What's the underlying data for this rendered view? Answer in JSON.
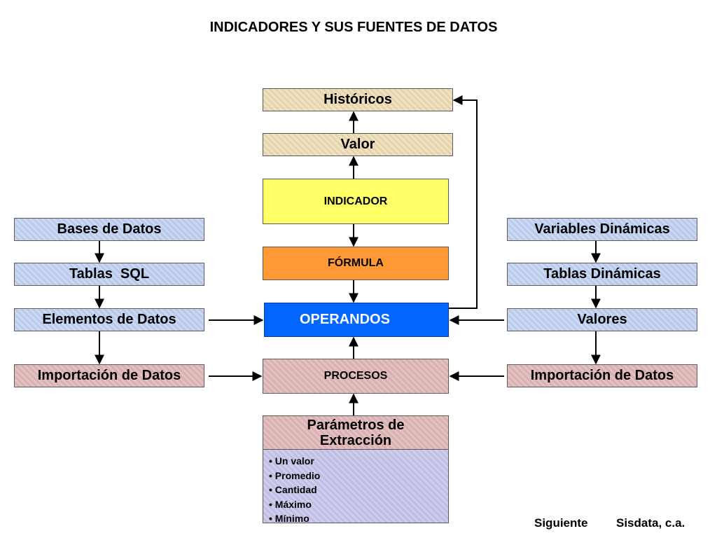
{
  "title": "INDICADORES Y SUS FUENTES DE DATOS",
  "center": {
    "historicos": "Históricos",
    "valor": "Valor",
    "indicador": "INDICADOR",
    "formula": "FÓRMULA",
    "operandos": "OPERANDOS",
    "procesos": "PROCESOS",
    "parametros": [
      "Parámetros de",
      "Extracción"
    ],
    "options": [
      "Un valor",
      "Promedio",
      "Cantidad",
      "Máximo",
      "Mínimo"
    ]
  },
  "left": {
    "bases": "Bases de Datos",
    "tablas": "Tablas  SQL",
    "elementos": "Elementos de Datos",
    "importacion": "Importación de Datos"
  },
  "right": {
    "variables": "Variables Dinámicas",
    "tablas": "Tablas Dinámicas",
    "valores": "Valores",
    "importacion": "Importación de Datos"
  },
  "footer": {
    "siguiente": "Siguiente",
    "company": "Sisdata, c.a."
  }
}
